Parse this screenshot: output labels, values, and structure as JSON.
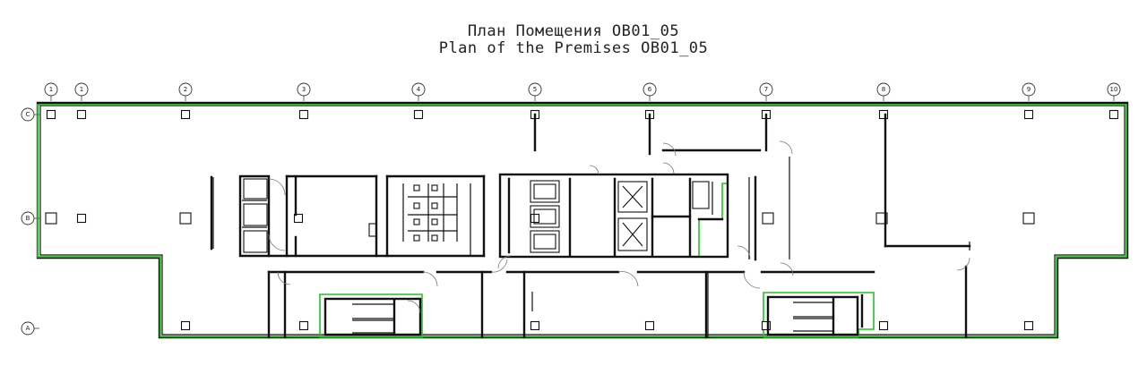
{
  "title": {
    "ru": "План Помещения OB01_05",
    "en": "Plan of the Premises OB01_05"
  },
  "grid": {
    "columns": [
      "1",
      "1",
      "2",
      "3",
      "4",
      "5",
      "6",
      "7",
      "8",
      "9",
      "10"
    ],
    "rows": [
      "C",
      "B",
      "A"
    ]
  },
  "colors": {
    "boundary": "#22c322",
    "walls": "#111111",
    "background": "#ffffff"
  }
}
